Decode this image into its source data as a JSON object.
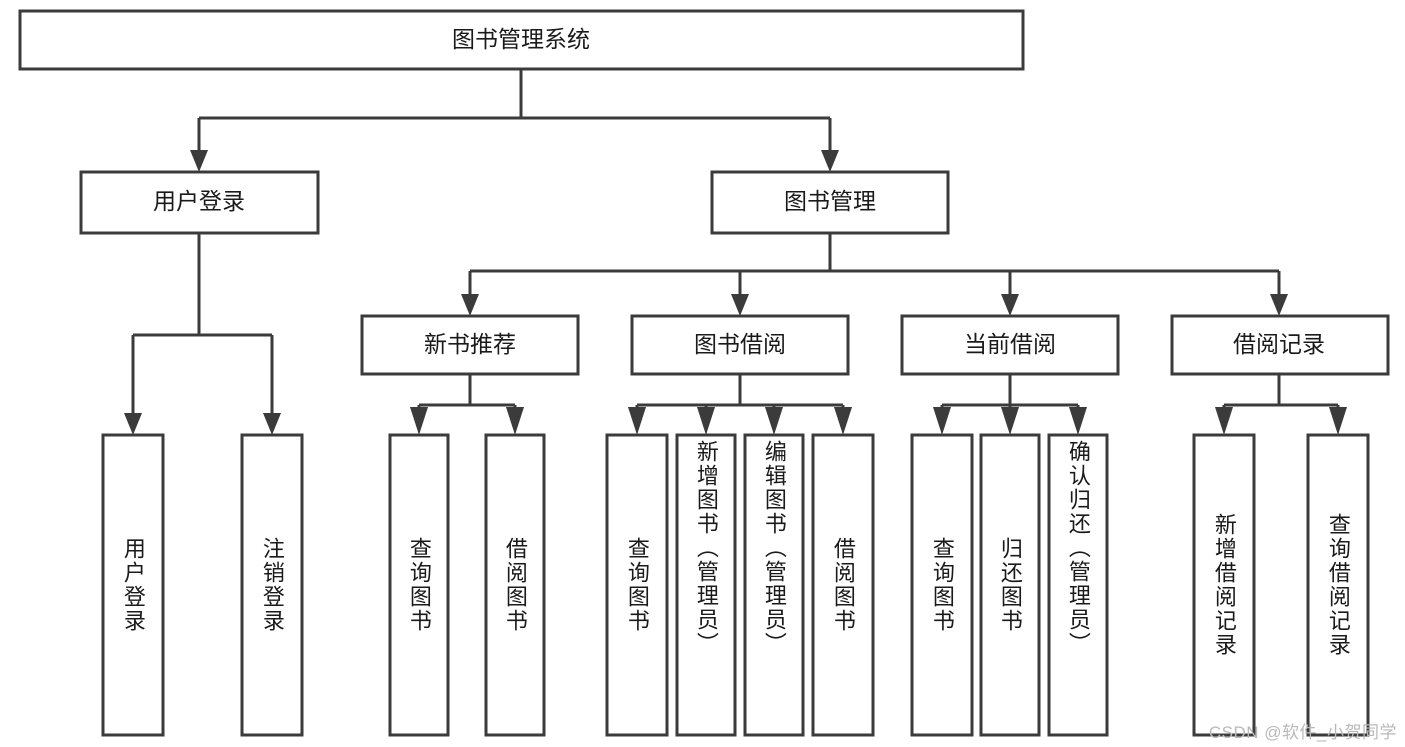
{
  "diagram": {
    "title": "图书管理系统",
    "type": "tree",
    "orientation": "top-down",
    "colors": {
      "box_fill": "#ffffff",
      "box_stroke": "#3b3b3b",
      "connector": "#3b3b3b",
      "text": "#1a1a1a",
      "background": "#ffffff",
      "watermark": "#b9b9b9"
    },
    "root": {
      "label": "图书管理系统"
    },
    "level2": [
      {
        "label": "用户登录"
      },
      {
        "label": "图书管理"
      }
    ],
    "level3": [
      {
        "label": "新书推荐"
      },
      {
        "label": "图书借阅"
      },
      {
        "label": "当前借阅"
      },
      {
        "label": "借阅记录"
      }
    ],
    "leaves": {
      "user_login": [
        {
          "label": "用户登录"
        },
        {
          "label": "注销登录"
        }
      ],
      "new_book_recommend": [
        {
          "label": "查询图书"
        },
        {
          "label": "借阅图书"
        }
      ],
      "book_borrow": [
        {
          "label": "查询图书"
        },
        {
          "label": "新增图书（管理员）"
        },
        {
          "label": "编辑图书（管理员）"
        },
        {
          "label": "借阅图书"
        }
      ],
      "current_borrow": [
        {
          "label": "查询图书"
        },
        {
          "label": "归还图书"
        },
        {
          "label": "确认归还（管理员）"
        }
      ],
      "borrow_record": [
        {
          "label": "新增借阅记录"
        },
        {
          "label": "查询借阅记录"
        }
      ]
    }
  },
  "watermark": {
    "text": "CSDN @软件_小贺同学"
  }
}
